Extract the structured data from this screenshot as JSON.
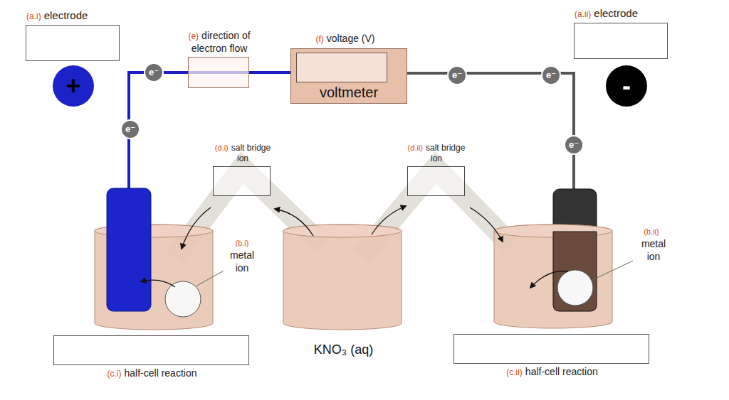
{
  "diagram": {
    "nodes": [
      {
        "text": [
          "(a.i)",
          "electrode"
        ]
      },
      {
        "text": [
          "(e)",
          "direction of electron flow"
        ]
      },
      {
        "text": [
          "(f)",
          "voltage (V)",
          "voltmeter"
        ]
      },
      {
        "text": [
          "(a.ii)",
          "electrode"
        ]
      },
      {
        "text": [
          "(d.i)",
          "salt bridge ion"
        ]
      },
      {
        "text": [
          "(d.ii)",
          "salt bridge ion"
        ]
      },
      {
        "text": [
          "(c.i)",
          "half-cell reaction"
        ]
      },
      {
        "text": [
          "(c.ii)",
          "half-cell reaction"
        ]
      }
    ],
    "edges": [
      {
        "from": 1,
        "to": 2,
        "arrow": "none"
      }
    ],
    "labels": [
      "e⁻",
      "e⁻",
      "e⁻",
      "e⁻",
      "e⁻",
      "+",
      "-",
      "(b.i)",
      "metal ion",
      "(b.ii)",
      "metal ion",
      "KNO₃ (aq)"
    ]
  }
}
